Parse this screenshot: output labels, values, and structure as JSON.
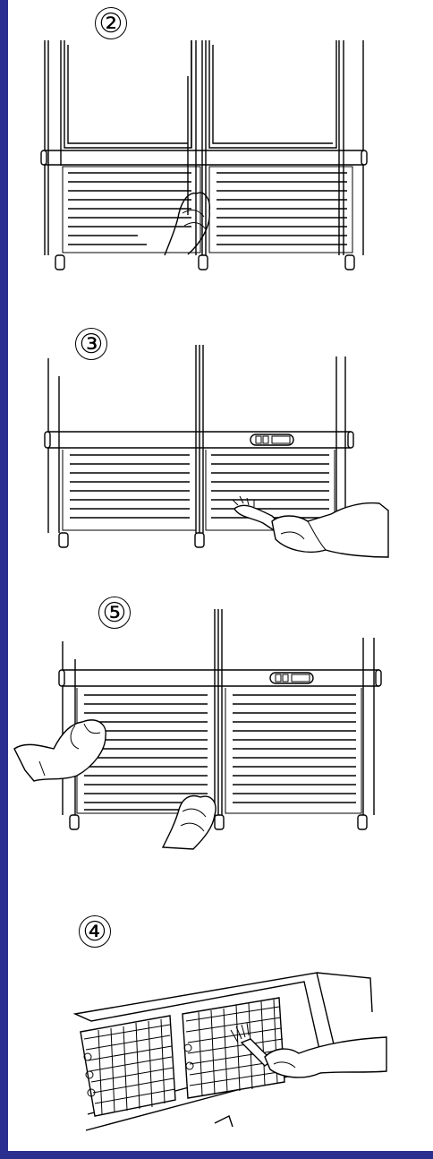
{
  "steps": [
    {
      "label": "2",
      "glyph": "②",
      "illustration": "remove-lower-grille"
    },
    {
      "label": "3",
      "glyph": "③",
      "illustration": "brush-lower-grille"
    },
    {
      "label": "5",
      "glyph": "⑤",
      "illustration": "reinstall-lower-grille"
    },
    {
      "label": "4",
      "glyph": "④",
      "illustration": "clean-condenser-coil"
    }
  ],
  "colors": {
    "frame": "#2a2f8f",
    "line": "#000000",
    "background": "#ffffff"
  }
}
